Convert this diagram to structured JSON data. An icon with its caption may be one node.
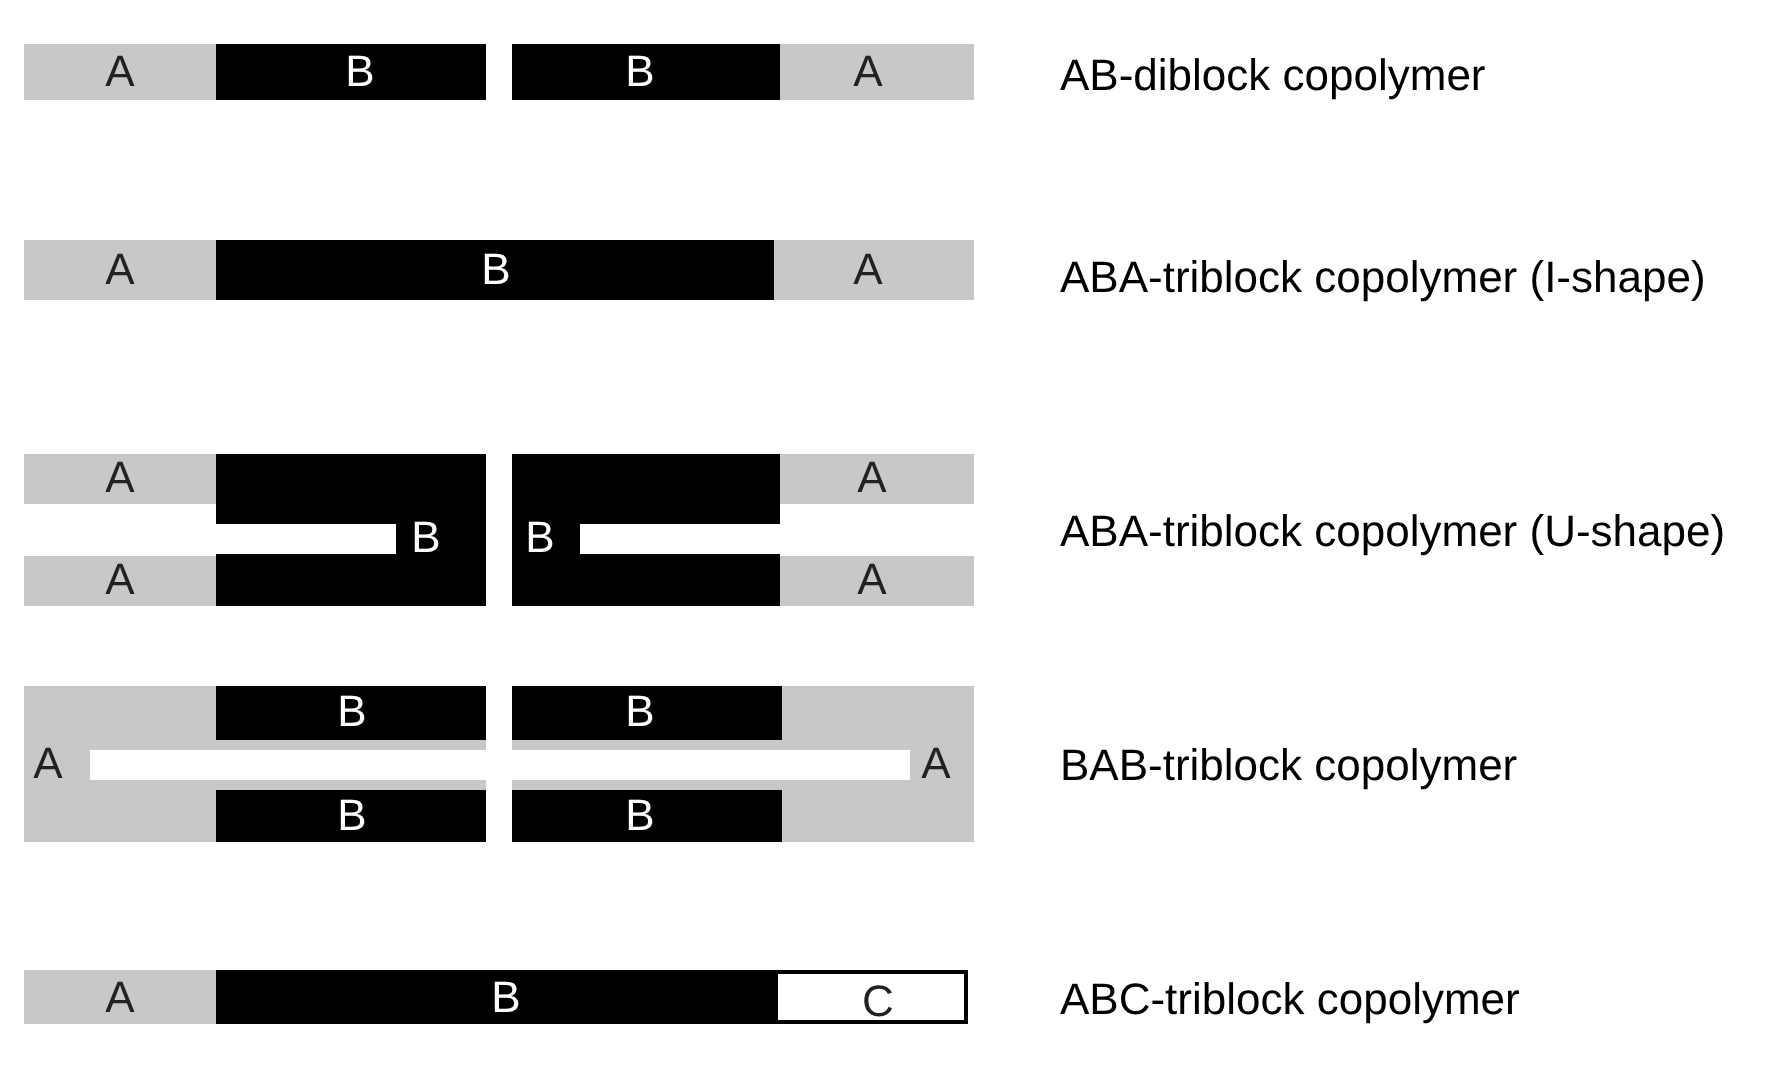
{
  "diagram": {
    "nodes": [
      {
        "text": [
          "A"
        ]
      },
      {
        "text": [
          "B"
        ]
      },
      {
        "text": [
          "B"
        ]
      },
      {
        "text": [
          "A"
        ]
      },
      {
        "text": [
          "A"
        ]
      },
      {
        "text": [
          "B"
        ]
      },
      {
        "text": [
          "A"
        ]
      },
      {
        "text": [
          "A"
        ]
      },
      {
        "text": [
          "B"
        ]
      },
      {
        "text": [
          "B"
        ]
      },
      {
        "text": [
          "A"
        ]
      },
      {
        "text": [
          "A"
        ]
      },
      {
        "text": [
          "A"
        ]
      },
      {
        "text": [
          "A"
        ]
      },
      {
        "text": [
          "B"
        ],
        "in": 13
      },
      {
        "text": [
          "B"
        ],
        "in": 13
      },
      {
        "text": [
          "A"
        ]
      },
      {
        "text": [
          "B"
        ],
        "in": 16
      },
      {
        "text": [
          "B"
        ],
        "in": 16
      },
      {
        "text": [
          "A"
        ]
      },
      {
        "text": [
          "B"
        ]
      },
      {
        "text": [
          "C"
        ]
      }
    ],
    "labels": [
      "AB-diblock copolymer",
      "ABA-triblock copolymer (I-shape)",
      "ABA-triblock copolymer (U-shape)",
      "BAB-triblock copolymer",
      "ABC-triblock copolymer"
    ]
  }
}
